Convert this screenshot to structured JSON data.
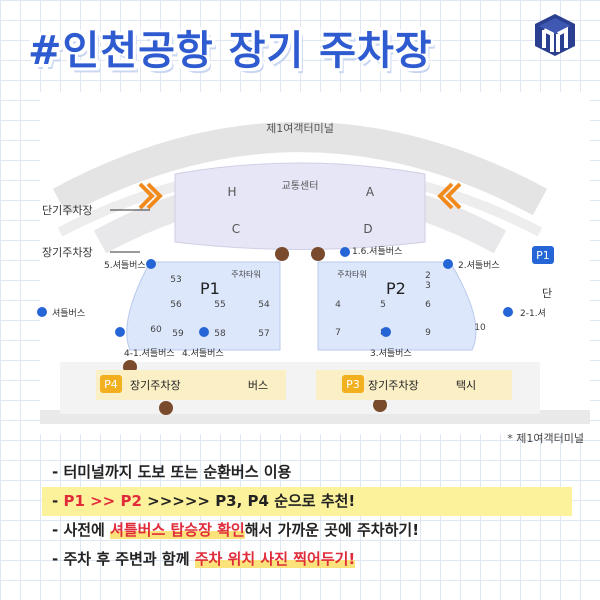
{
  "title": "#인천공항 장기 주차장",
  "map": {
    "terminal_name": "제1여객터미널",
    "transport_center": "교통센터",
    "zones": {
      "h": "H",
      "a": "A",
      "c": "C",
      "d": "D"
    },
    "left_labels": {
      "long_term_1": "단기주차장",
      "long_term_2": "장기주차장"
    },
    "right_edge_label": "단",
    "p1_block": {
      "label": "P1",
      "tower": "주차타워",
      "cells": [
        "53",
        "56",
        "55",
        "54",
        "60",
        "59",
        "58",
        "57"
      ]
    },
    "p2_block": {
      "label": "P2",
      "tower": "주차타워",
      "cells": [
        "2",
        "3",
        "4",
        "5",
        "6",
        "7",
        "8",
        "9",
        "10"
      ]
    },
    "p1_badge": "P1",
    "p3": {
      "badge": "P3",
      "text": "장기주차장",
      "side": "택시"
    },
    "p4": {
      "badge": "P4",
      "text": "장기주차장",
      "side": "버스"
    },
    "shuttles": {
      "s1": "1.6.셔틀버스",
      "s2": "2.셔틀버스",
      "s3": "3.셔틀버스",
      "s4": "4-1.셔틀버스",
      "s4b": "4.셔틀버스",
      "s5": "5.셔틀버스",
      "s6": "셔틀버스",
      "s2r": "2-1.셔"
    },
    "footnote": "* 제1여객터미널"
  },
  "notes": [
    {
      "parts": [
        {
          "text": "- 터미널까지 도보 또는 순환버스 이용",
          "style": ""
        }
      ]
    },
    {
      "highlight": true,
      "parts": [
        {
          "text": "- ",
          "style": ""
        },
        {
          "text": "P1 >> P2",
          "style": "red"
        },
        {
          "text": " >>>>> P3, P4 순으로 추천!",
          "style": ""
        }
      ]
    },
    {
      "parts": [
        {
          "text": "- 사전에 ",
          "style": ""
        },
        {
          "text": "셔틀버스 탑승장 확인",
          "style": "red hlmark"
        },
        {
          "text": "해서 가까운 곳에 주차하기!",
          "style": ""
        }
      ]
    },
    {
      "parts": [
        {
          "text": "- 주차 후 주변과 함께 ",
          "style": ""
        },
        {
          "text": "주차 위치 사진 찍어두기!",
          "style": "red hlmark"
        }
      ]
    }
  ],
  "colors": {
    "title": "#2f5bd1",
    "highlight": "#fdf29c",
    "accent": "#e02b3a",
    "block": "#dce7fb",
    "logo": "#2a3f8f"
  }
}
